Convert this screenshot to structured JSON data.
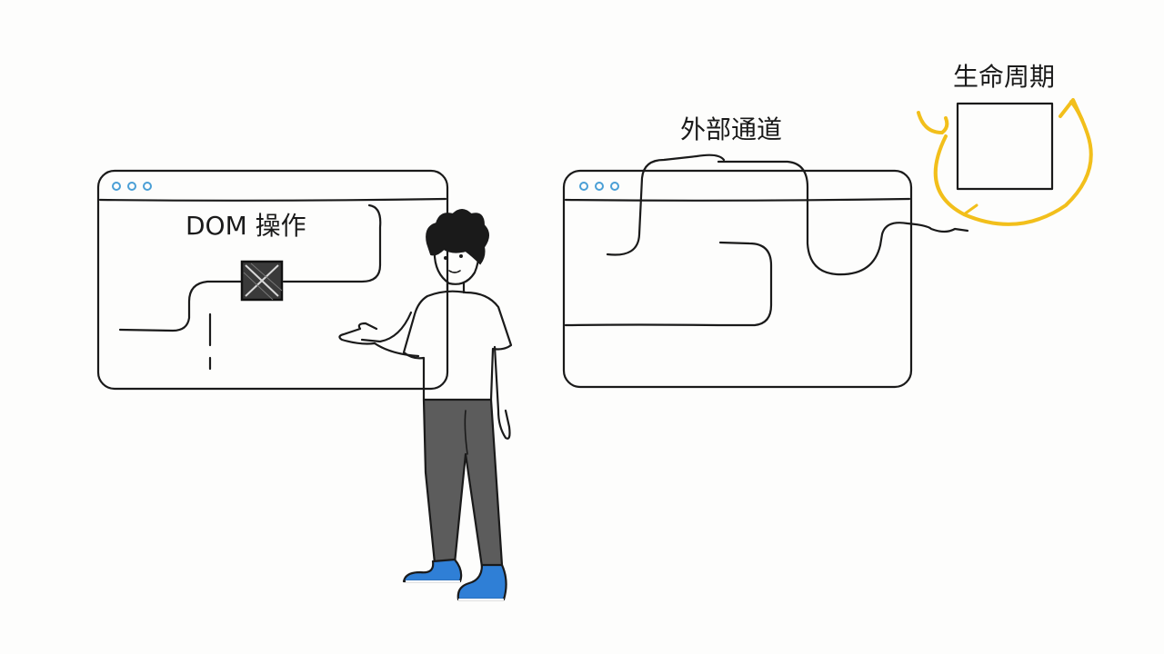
{
  "labels": {
    "dom_operation": "DOM 操作",
    "external_channel": "外部通道",
    "lifecycle": "生命周期"
  },
  "colors": {
    "ink": "#1a1a1a",
    "window_dots": "#4a9fd6",
    "lifecycle_arrow": "#f2bf1b",
    "shirt": "#ffffff",
    "pants": "#5c5c5c",
    "shoes": "#2f7fd6"
  },
  "icons": {
    "blocked_element": "crossed-box-icon",
    "lifecycle_loop": "circular-arrow-icon"
  }
}
